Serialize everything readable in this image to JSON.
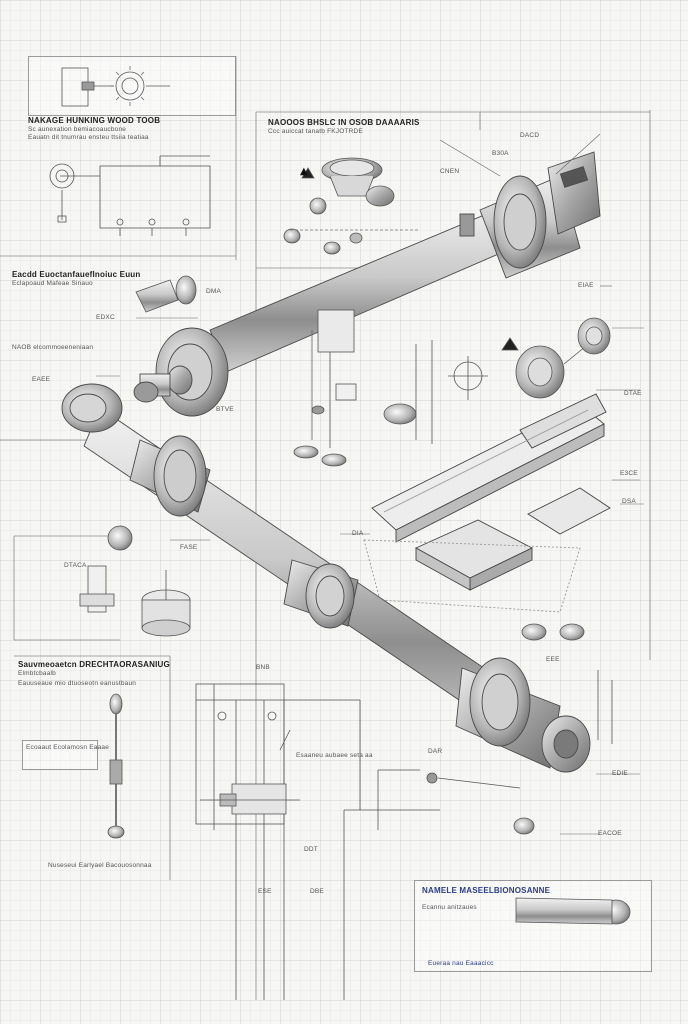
{
  "title_blocks": {
    "top_left": {
      "title": "NAKAGE HUNKING WOOD TOOB",
      "subtitle": "Sc aunexation bemiacoaucbone",
      "note": "Eauatn dit tnumrau ensteu ttsiia teatiaa"
    },
    "top_center": {
      "title": "NAOOOS BHSLC IN OSOB DAAAARIS",
      "subtitle": "Ccc auiccat tanatb FKJOTRDE"
    },
    "mid_left": {
      "title": "Eacdd Euoctanfaueflnoiuc Euun",
      "subtitle": "Eclapoaud Mafeae Sinauo"
    },
    "small_left": "NAOB elcommoeeneniaan",
    "lower_left": {
      "title": "Sauvmeoaetcn DRECHTAORASANIUG",
      "subtitle": "Elmbtcbaalb",
      "note": "Eauuseaue mio dtuoseotn eanustbaun"
    },
    "lower_left_inner": "Ecoaaut Ecolamosn Eaaae",
    "lower_left_caption": "Nuseseui Earlyael Bacouosonnaa",
    "bottom_right": {
      "title": "NAMELE MASEELBIONOSANNE",
      "subtitle": "Ecannu anitzaues",
      "footer": "Eueraa nau Eaaacicc"
    },
    "center_note": "Esaaneu aubaee seta aa"
  },
  "callouts": [
    "DACD",
    "B30A",
    "CNEN",
    "DMA",
    "EDXC",
    "EAEE",
    "BTVE",
    "EIAE",
    "DTAE",
    "E3CE",
    "DSA",
    "DIA",
    "FASE",
    "DTACA",
    "EEE",
    "DAR",
    "BNB",
    "DDT",
    "ESE",
    "DBE",
    "EDIE",
    "EACOE"
  ],
  "icons": {
    "warning": "warning-triangle-icon"
  }
}
